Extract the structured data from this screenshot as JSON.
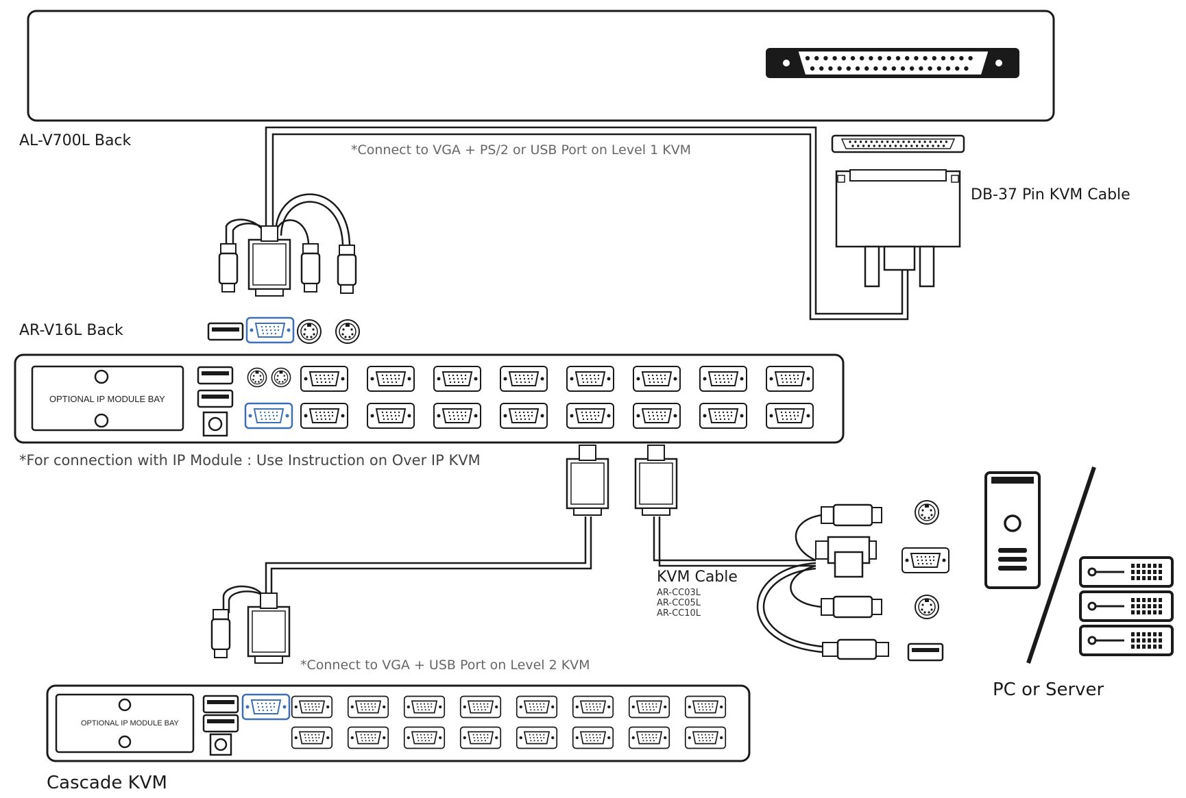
{
  "devices": {
    "top_label": "AL-V700L Back",
    "mid_label": "AR-V16L Back",
    "bottom_label": "Cascade KVM",
    "bay_text": "OPTIONAL IP MODULE BAY"
  },
  "notes": {
    "level1": "*Connect to VGA + PS/2 or USB Port on Level 1 KVM",
    "ip_module": "*For connection with IP Module : Use Instruction on Over IP KVM",
    "level2": "*Connect to VGA + USB Port on Level 2 KVM"
  },
  "cables": {
    "db37_label": "DB-37 Pin KVM Cable",
    "kvm_cable_label": "KVM Cable",
    "kvm_cable_models": [
      "AR-CC03L",
      "AR-CC05L",
      "AR-CC10L"
    ]
  },
  "endpoint": {
    "label": "PC or Server"
  },
  "colors": {
    "line": "#1a1a1a",
    "vga_highlight": "#3b6fb6",
    "note_text": "#666666"
  },
  "icons": [
    "db37-port-icon",
    "vga-port-icon",
    "ps2-port-icon",
    "usb-port-icon",
    "power-jack-icon",
    "pc-tower-icon",
    "server-rack-icon"
  ]
}
